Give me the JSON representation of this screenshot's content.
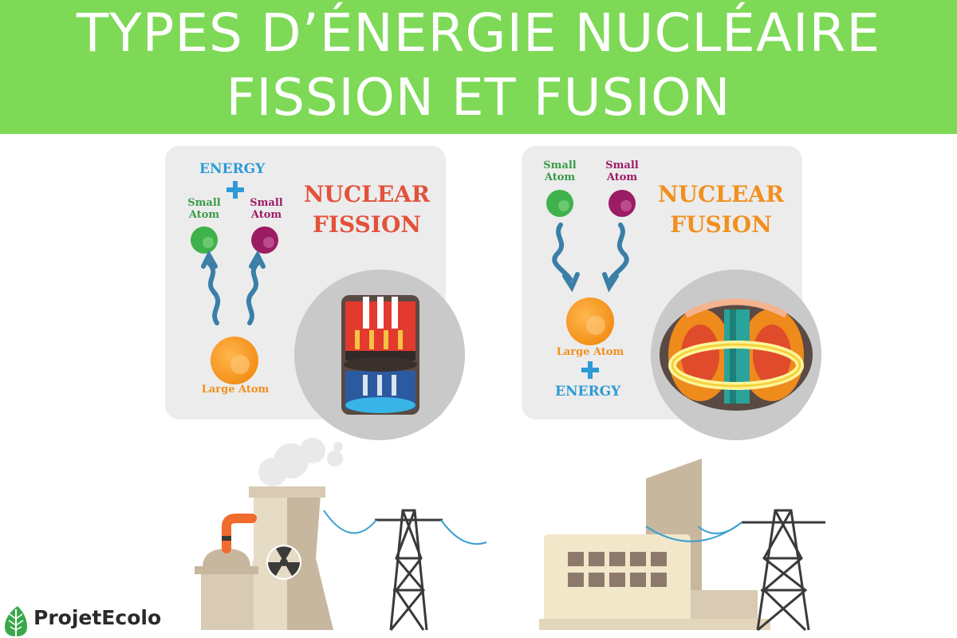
{
  "header": {
    "title_line1": "TYPES D’ÉNERGIE NUCLÉAIRE",
    "title_line2": "FISSION ET FUSION",
    "background": "#7ed957"
  },
  "fission": {
    "title_line1": "NUCLEAR",
    "title_line2": "FISSION",
    "title_color": "#e2523b",
    "energy": "ENERGY",
    "plus": "+",
    "small_atom_1": "Small Atom",
    "small_atom_2": "Small Atom",
    "large_atom": "Large Atom"
  },
  "fusion": {
    "title_line1": "NUCLEAR",
    "title_line2": "FUSION",
    "title_color": "#f1901e",
    "energy": "ENERGY",
    "plus": "+",
    "small_atom_1": "Small Atom",
    "small_atom_2": "Small Atom",
    "large_atom": "Large Atom"
  },
  "logo": {
    "text": "ProjetEcolo"
  }
}
